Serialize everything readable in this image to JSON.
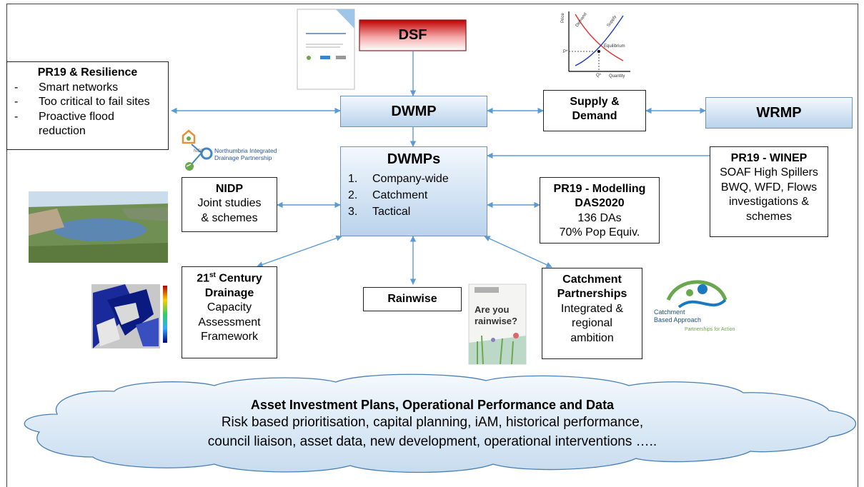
{
  "dsf": {
    "label": "DSF"
  },
  "dwmp": {
    "label": "DWMP"
  },
  "supply_demand": {
    "line1": "Supply &",
    "line2": "Demand"
  },
  "wrmp": {
    "label": "WRMP"
  },
  "pr19_resilience": {
    "title": "PR19 & Resilience",
    "items": [
      "Smart networks",
      "Too critical to fail sites",
      "Proactive flood reduction"
    ]
  },
  "dwmps": {
    "title": "DWMPs",
    "items": [
      "Company-wide",
      "Catchment",
      "Tactical"
    ]
  },
  "nidp_logo": {
    "text1": "Northumbria Integrated",
    "text2": "Drainage Partnership",
    "mark": "NIDP"
  },
  "nidp": {
    "title": "NIDP",
    "line1": "Joint studies",
    "line2": "& schemes"
  },
  "pr19_modelling": {
    "title1": "PR19 - Modelling",
    "title2": "DAS2020",
    "line1": "136 DAs",
    "line2": "70% Pop Equiv."
  },
  "pr19_winep": {
    "title": "PR19 - WINEP",
    "lines": [
      "SOAF High Spillers",
      "BWQ, WFD, Flows",
      "investigations &",
      "schemes"
    ]
  },
  "century": {
    "title_num": "21",
    "title_sup": "st",
    "title_rest": " Century",
    "title2": "Drainage",
    "lines": [
      "Capacity",
      "Assessment",
      "Framework"
    ]
  },
  "rainwise": {
    "label": "Rainwise"
  },
  "rainwise_cover": {
    "line1": "Are you",
    "line2": "rainwise?"
  },
  "catchment": {
    "title1": "Catchment",
    "title2": "Partnerships",
    "line1": "Integrated &",
    "line2": "regional",
    "line3": "ambition"
  },
  "caba_logo": {
    "line1": "Catchment",
    "line2": "Based Approach",
    "line3": "Partnerships for Action"
  },
  "supply_chart": {
    "y_label": "Price",
    "x_label": "Quantity",
    "demand": "Demand",
    "supply": "Supply",
    "equilibrium": "Equilibrium",
    "p_mark": "P*",
    "q_mark": "Q*"
  },
  "cloud": {
    "title": "Asset Investment Plans, Operational Performance and Data",
    "line1": "Risk based prioritisation, capital planning, iAM, historical performance,",
    "line2": "council liaison, asset data, new development, operational interventions ….."
  },
  "colors": {
    "connector": "#5b9bd5",
    "dsf_red": "#d9302f",
    "box_blue": "#b9d3ec"
  }
}
